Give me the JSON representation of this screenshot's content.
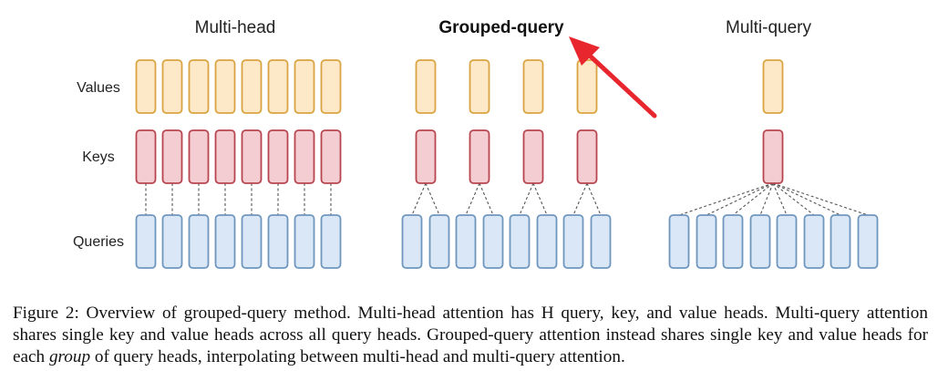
{
  "panels": [
    {
      "id": "multi-head",
      "title": "Multi-head",
      "bold": false
    },
    {
      "id": "grouped-query",
      "title": "Grouped-query",
      "bold": true
    },
    {
      "id": "multi-query",
      "title": "Multi-query",
      "bold": false
    }
  ],
  "row_labels": {
    "values": "Values",
    "keys": "Keys",
    "queries": "Queries"
  },
  "structure": {
    "query_heads_per_panel": 8,
    "kv_heads": {
      "multi-head": 8,
      "grouped-query": 4,
      "multi-query": 1
    }
  },
  "colors": {
    "values_fill": "#fde8c8",
    "values_stroke": "#d9a441",
    "keys_fill": "#f4cdd2",
    "keys_stroke": "#b8454f",
    "queries_fill": "#d9e7f6",
    "queries_stroke": "#6f97be",
    "connector": "#555555",
    "arrow": "#e8262e"
  },
  "annotation": {
    "type": "arrow",
    "points_to": "grouped-query title"
  },
  "caption": {
    "prefix": "Figure 2: Overview of grouped-query method. Multi-head attention has H query, key, and value heads. Multi-query attention shares single key and value heads across all query heads. Grouped-query attention instead shares single key and value heads for each ",
    "emphasis": "group",
    "suffix": " of query heads, interpolating between multi-head and multi-query attention."
  }
}
